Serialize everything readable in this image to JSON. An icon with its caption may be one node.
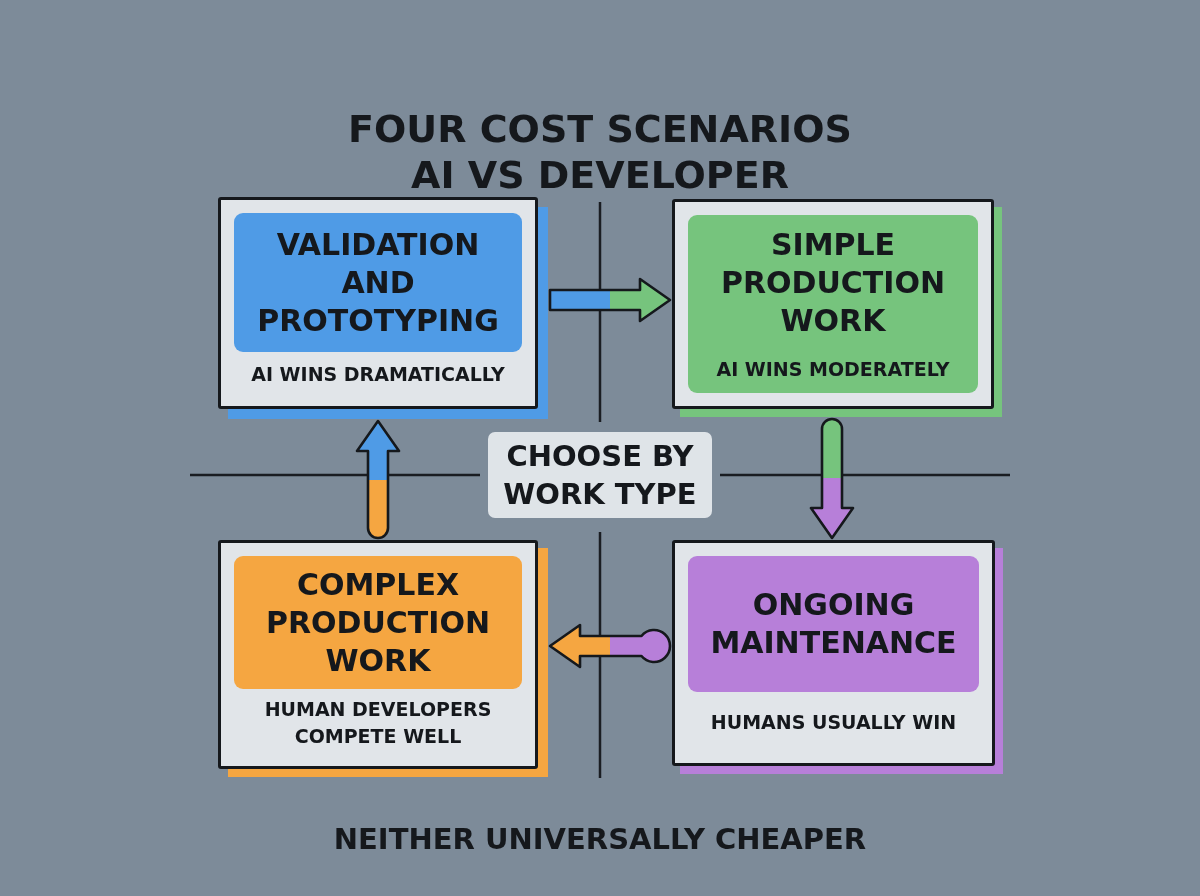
{
  "diagram": {
    "title": "FOUR COST SCENARIOS AI VS DEVELOPER",
    "nodes": [
      {
        "text": [
          "VALIDATION AND PROTOTYPING",
          "AI WINS DRAMATICALLY"
        ]
      },
      {
        "text": [
          "SIMPLE PRODUCTION WORK",
          "AI WINS MODERATELY"
        ]
      },
      {
        "text": [
          "CHOOSE BY WORK TYPE"
        ]
      },
      {
        "text": [
          "COMPLEX PRODUCTION WORK",
          "HUMAN DEVELOPERS COMPETE WELL"
        ]
      },
      {
        "text": [
          "ONGOING MAINTENANCE",
          "HUMANS USUALLY WIN"
        ]
      }
    ],
    "edges": [
      {
        "from": 0,
        "to": 1,
        "arrow": "to"
      },
      {
        "from": 1,
        "to": 4,
        "arrow": "to"
      },
      {
        "from": 4,
        "to": 3,
        "arrow": "to"
      },
      {
        "from": 3,
        "to": 0,
        "arrow": "to"
      }
    ],
    "caption": "NEITHER UNIVERSALLY CHEAPER"
  }
}
